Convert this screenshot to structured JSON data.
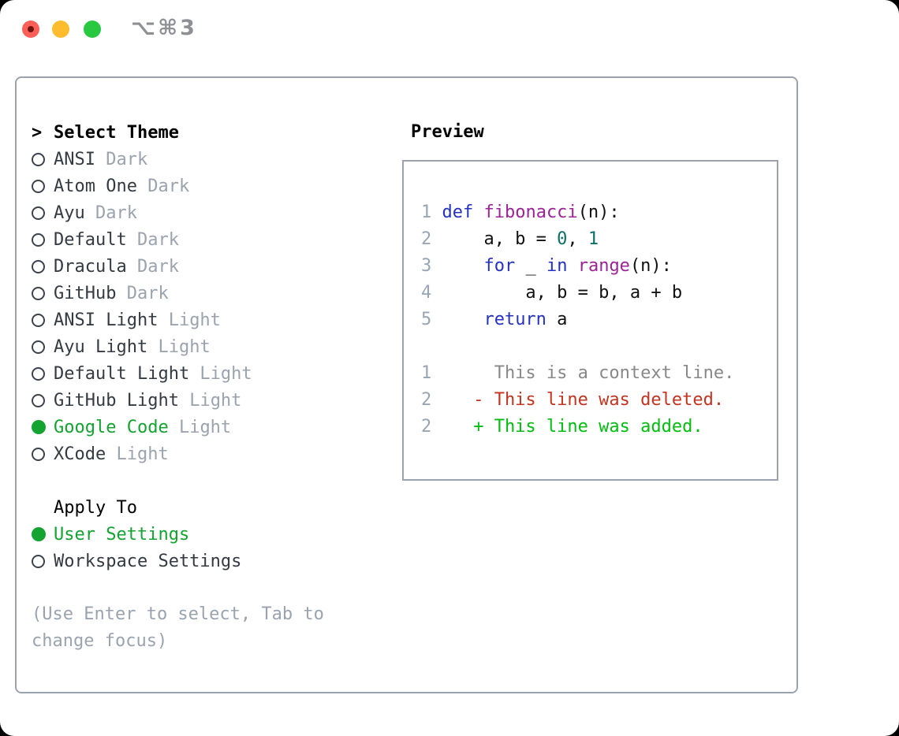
{
  "window": {
    "title_shortcut": "⌥⌘3"
  },
  "theme_selector": {
    "prompt": ">",
    "title": "Select Theme",
    "themes": [
      {
        "name": "ANSI",
        "variant": "Dark",
        "selected": false
      },
      {
        "name": "Atom One",
        "variant": "Dark",
        "selected": false
      },
      {
        "name": "Ayu",
        "variant": "Dark",
        "selected": false
      },
      {
        "name": "Default",
        "variant": "Dark",
        "selected": false
      },
      {
        "name": "Dracula",
        "variant": "Dark",
        "selected": false
      },
      {
        "name": "GitHub",
        "variant": "Dark",
        "selected": false
      },
      {
        "name": "ANSI Light",
        "variant": "Light",
        "selected": false
      },
      {
        "name": "Ayu Light",
        "variant": "Light",
        "selected": false
      },
      {
        "name": "Default Light",
        "variant": "Light",
        "selected": false
      },
      {
        "name": "GitHub Light",
        "variant": "Light",
        "selected": false
      },
      {
        "name": "Google Code",
        "variant": "Light",
        "selected": true
      },
      {
        "name": "XCode",
        "variant": "Light",
        "selected": false
      }
    ],
    "apply_to": {
      "title": "Apply To",
      "options": [
        {
          "name": "User Settings",
          "selected": true
        },
        {
          "name": "Workspace Settings",
          "selected": false
        }
      ]
    },
    "hint_lines": [
      "(Use Enter to select, Tab to",
      "change focus)"
    ]
  },
  "preview": {
    "title": "Preview",
    "code_lines": [
      {
        "num": "1",
        "tokens": [
          {
            "t": "def",
            "s": "kwd"
          },
          {
            "t": " ",
            "s": "pln"
          },
          {
            "t": "fibonacci",
            "s": "typ"
          },
          {
            "t": "(n):",
            "s": "pln"
          }
        ]
      },
      {
        "num": "2",
        "tokens": [
          {
            "t": "    a, b = ",
            "s": "pln"
          },
          {
            "t": "0",
            "s": "lit"
          },
          {
            "t": ", ",
            "s": "pln"
          },
          {
            "t": "1",
            "s": "lit"
          }
        ]
      },
      {
        "num": "3",
        "tokens": [
          {
            "t": "    ",
            "s": "pln"
          },
          {
            "t": "for",
            "s": "kwd"
          },
          {
            "t": " _ ",
            "s": "pln"
          },
          {
            "t": "in",
            "s": "kwd"
          },
          {
            "t": " ",
            "s": "pln"
          },
          {
            "t": "range",
            "s": "typ"
          },
          {
            "t": "(n):",
            "s": "pln"
          }
        ]
      },
      {
        "num": "4",
        "tokens": [
          {
            "t": "        a, b = b, a + b",
            "s": "pln"
          }
        ]
      },
      {
        "num": "5",
        "tokens": [
          {
            "t": "    ",
            "s": "pln"
          },
          {
            "t": "return",
            "s": "kwd"
          },
          {
            "t": " a",
            "s": "pln"
          }
        ]
      }
    ],
    "diff_lines": [
      {
        "num": "1",
        "kind": "context",
        "text": "     This is a context line."
      },
      {
        "num": "2",
        "kind": "deleted",
        "text": "   - This line was deleted."
      },
      {
        "num": "2",
        "kind": "added",
        "text": "   + This line was added."
      }
    ]
  },
  "colors": {
    "accent-green": "#12a330",
    "theme-name": "#333a41",
    "variant-label": "#9aa3ae",
    "hint-text": "#9aa3ae",
    "panel-border": "#9aa3ad",
    "marker-outline": "#3c434b",
    "line-number": "#98a5b3",
    "code-keyword": "#2531c0",
    "code-type": "#9c2397",
    "code-literal": "#0c6e64",
    "code-plain": "#111111",
    "diff-context": "#888888",
    "diff-deleted": "#c23420",
    "diff-added": "#00bd10",
    "traffic-red": "#ff5f57",
    "traffic-yellow": "#febc2e",
    "traffic-green": "#28c840",
    "title-gray": "#8e9095"
  }
}
